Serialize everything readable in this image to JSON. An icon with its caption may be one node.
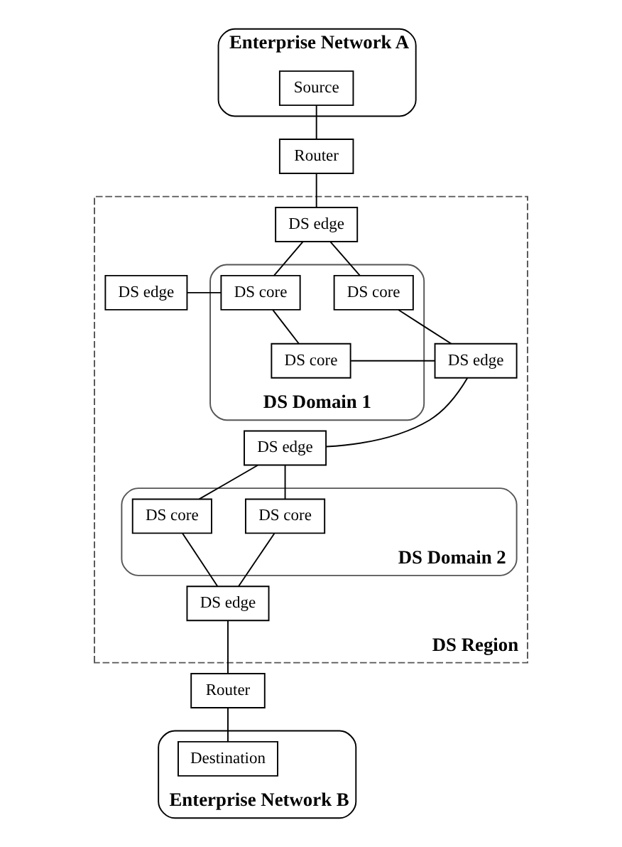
{
  "diagram": {
    "nodes": [
      {
        "text": [
          "Enterprise Network A"
        ]
      },
      {
        "text": [
          "Source"
        ],
        "in": 0
      },
      {
        "text": [
          "Router"
        ]
      },
      {
        "text": [
          "DS Region"
        ]
      },
      {
        "text": [
          "DS Domain 1"
        ],
        "in": 3
      },
      {
        "text": [
          "DS edge"
        ],
        "in": 3
      },
      {
        "text": [
          "DS core"
        ],
        "in": 4
      },
      {
        "text": [
          "DS core"
        ],
        "in": 4
      },
      {
        "text": [
          "DS edge"
        ],
        "in": 3
      },
      {
        "text": [
          "DS core"
        ],
        "in": 4
      },
      {
        "text": [
          "DS edge"
        ],
        "in": 3
      },
      {
        "text": [
          "DS Domain 2"
        ],
        "in": 3
      },
      {
        "text": [
          "DS edge"
        ],
        "in": 3
      },
      {
        "text": [
          "DS core"
        ],
        "in": 11
      },
      {
        "text": [
          "DS core"
        ],
        "in": 11
      },
      {
        "text": [
          "DS edge"
        ],
        "in": 3
      },
      {
        "text": [
          "Enterprise Network B"
        ]
      },
      {
        "text": [
          "Router"
        ]
      },
      {
        "text": [
          "Destination"
        ],
        "in": 16
      }
    ],
    "edges": [
      {
        "from": 1,
        "to": 2,
        "arrow": "none"
      },
      {
        "from": 2,
        "to": 5,
        "arrow": "none"
      },
      {
        "from": 5,
        "to": 7,
        "arrow": "none"
      },
      {
        "from": 5,
        "to": 6,
        "arrow": "none"
      },
      {
        "from": 6,
        "to": 10,
        "arrow": "none"
      },
      {
        "from": 8,
        "to": 7,
        "arrow": "none"
      },
      {
        "from": 7,
        "to": 9,
        "arrow": "none"
      },
      {
        "from": 9,
        "to": 10,
        "arrow": "none"
      },
      {
        "from": 10,
        "to": 12,
        "arrow": "none"
      },
      {
        "from": 12,
        "to": 13,
        "arrow": "none"
      },
      {
        "from": 12,
        "to": 14,
        "arrow": "none"
      },
      {
        "from": 13,
        "to": 15,
        "arrow": "none"
      },
      {
        "from": 14,
        "to": 15,
        "arrow": "none"
      },
      {
        "from": 15,
        "to": 17,
        "arrow": "none"
      },
      {
        "from": 17,
        "to": 18,
        "arrow": "none"
      }
    ]
  }
}
